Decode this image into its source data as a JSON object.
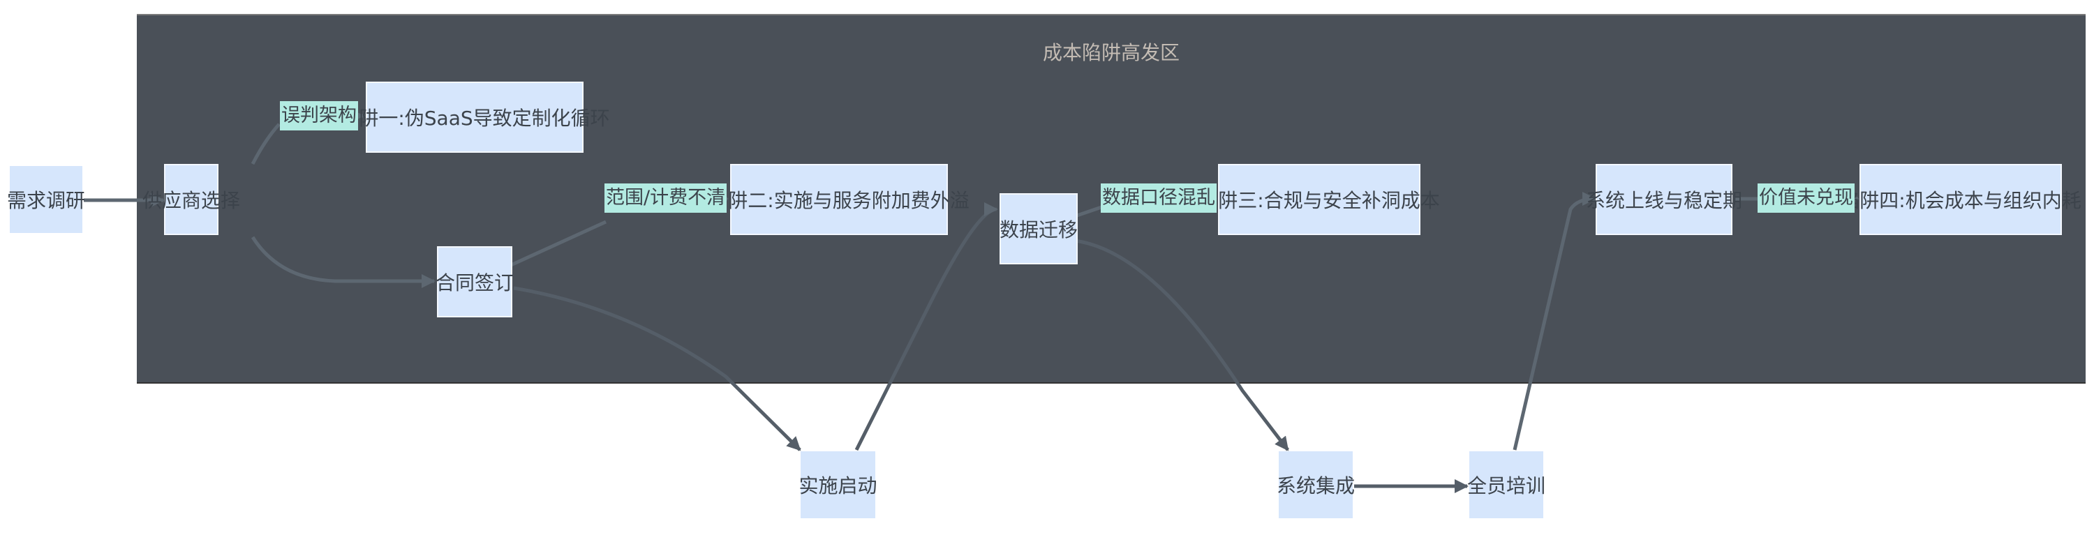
{
  "subgraph": {
    "title": "成本陷阱高发区"
  },
  "nodes": {
    "requirements": "需求调研",
    "vendor_selection": "供应商选择",
    "trap1": "陷阱一:伪SaaS导致定制化循环",
    "contract": "合同签订",
    "trap2": "陷阱二:实施与服务附加费外溢",
    "data_migration": "数据迁移",
    "trap3": "陷阱三:合规与安全补洞成本",
    "golive": "系统上线与稳定期",
    "trap4": "陷阱四:机会成本与组织内耗",
    "kickoff": "实施启动",
    "integration": "系统集成",
    "training": "全员培训"
  },
  "edge_labels": {
    "misjudge": "误判架构",
    "scope": "范围/计费不清",
    "data_caliber": "数据口径混乱",
    "value": "价值未兑现"
  },
  "colors": {
    "node_fill": "#d6e6fc",
    "label_fill": "#b3ebe2",
    "subgraph_fill": "#4a5058",
    "edge_inside": "#5d6771",
    "edge_outside": "#555e68"
  }
}
